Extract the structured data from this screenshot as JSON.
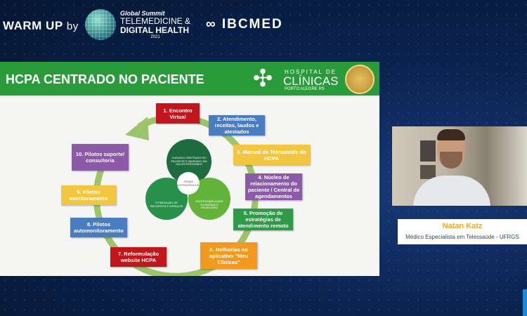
{
  "header": {
    "warm_up": "WARM UP",
    "by": "by",
    "global_summit": "Global Summit",
    "telemedicine": "TELEMEDICINE &",
    "digital_health": "DIGITAL HEALTH",
    "year": "2021",
    "sponsor": "IBCMED"
  },
  "slide": {
    "title": "HCPA CENTRADO NO PACIENTE",
    "logo": {
      "line1": "HOSPITAL DE",
      "line2": "CLÍNICAS",
      "line3": "PORTO ALEGRE   RS"
    },
    "steps": [
      "1. Encontro Virtual",
      "2. Atendimento, receitas, laudos e atestados",
      "3. Manual de Telessaúde do HCPA",
      "4. Núcleo de relacionamento do paciente / Central de agendamentos",
      "5. Promoção de estratégias de atendimento remoto",
      "6. Melhorias no aplicativo \"Meu Clínicas\"",
      "7. Reformulação website HCPA",
      "8. Pilotos automonitoramento",
      "9. Pilotos monitoramento",
      "10. Pilotos suporte/ consultoria"
    ],
    "center": {
      "label": "TEMAS ESTRATÉGICOS",
      "top": "CUIDADO CENTRADO NO PACIENTE E BASEADO EM VALOR PERCEBIDO",
      "left": "OTIMIZAÇÃO DE RECURSOS E ESPAÇOS",
      "right": "SUSTENTABILIDADE ECONÔMICO FINANCEIRA"
    }
  },
  "speaker": {
    "name": "Natan Katz",
    "role": "Médico Especialista em Telessaúde - UFRGS"
  }
}
